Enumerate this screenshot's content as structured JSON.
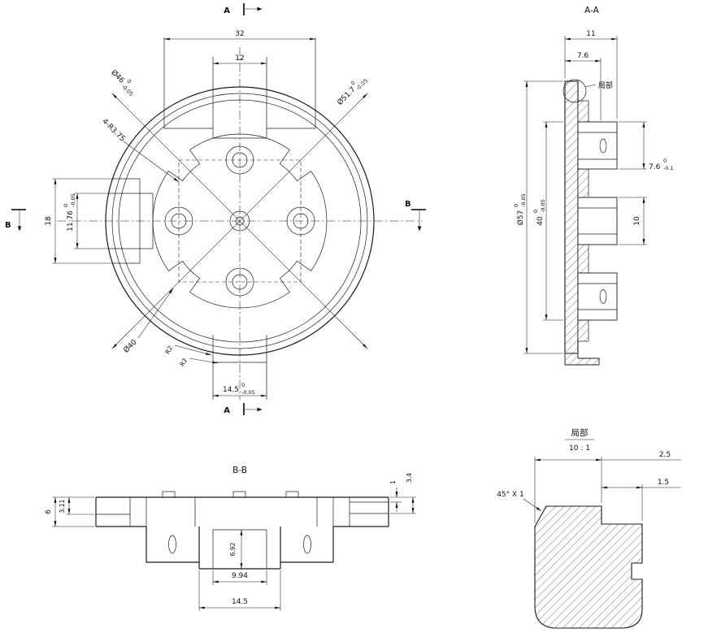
{
  "drawing": {
    "front": {
      "marks": {
        "a_top": "A",
        "a_bottom": "A",
        "b_left": "B",
        "b_right": "B"
      },
      "dims": {
        "w32": "32",
        "w12": "12",
        "d46": "Ø46",
        "d46_tu": "0",
        "d46_tl": "-0.05",
        "d517": "Ø51.7",
        "d517_tu": "0",
        "d517_tl": "-0.05",
        "r375": "4-R3.75",
        "h18": "18",
        "h1176": "11.76",
        "h1176_tu": "0",
        "h1176_tl": "-0.05",
        "d40": "Ø40",
        "r2a": "R2",
        "r2b": "R2",
        "w145": "14.5",
        "w145_tu": "0",
        "w145_tl": "-0.05"
      }
    },
    "section_aa": {
      "title": "A-A",
      "detail_label": "局部",
      "dims": {
        "w11": "11",
        "w76": "7.6",
        "d57": "Ø57",
        "d57_tu": "0",
        "d57_tl": "-0.05",
        "h40": "40",
        "h40_tu": "0",
        "h40_tl": "-0.05",
        "h76": "7.6",
        "h76_tu": "0",
        "h76_tl": "-0.1",
        "h10": "10"
      }
    },
    "section_bb": {
      "title": "B-B",
      "dims": {
        "t6": "6",
        "t311": "3.11",
        "t1": "1",
        "t34": "3.4",
        "d692": "6.92",
        "w994": "9.94",
        "w145": "14.5"
      }
    },
    "detail": {
      "title": "局部",
      "scale": "10 : 1",
      "dims": {
        "w25": "2.5",
        "w15": "1.5",
        "chamfer": "45° X 1"
      }
    }
  }
}
